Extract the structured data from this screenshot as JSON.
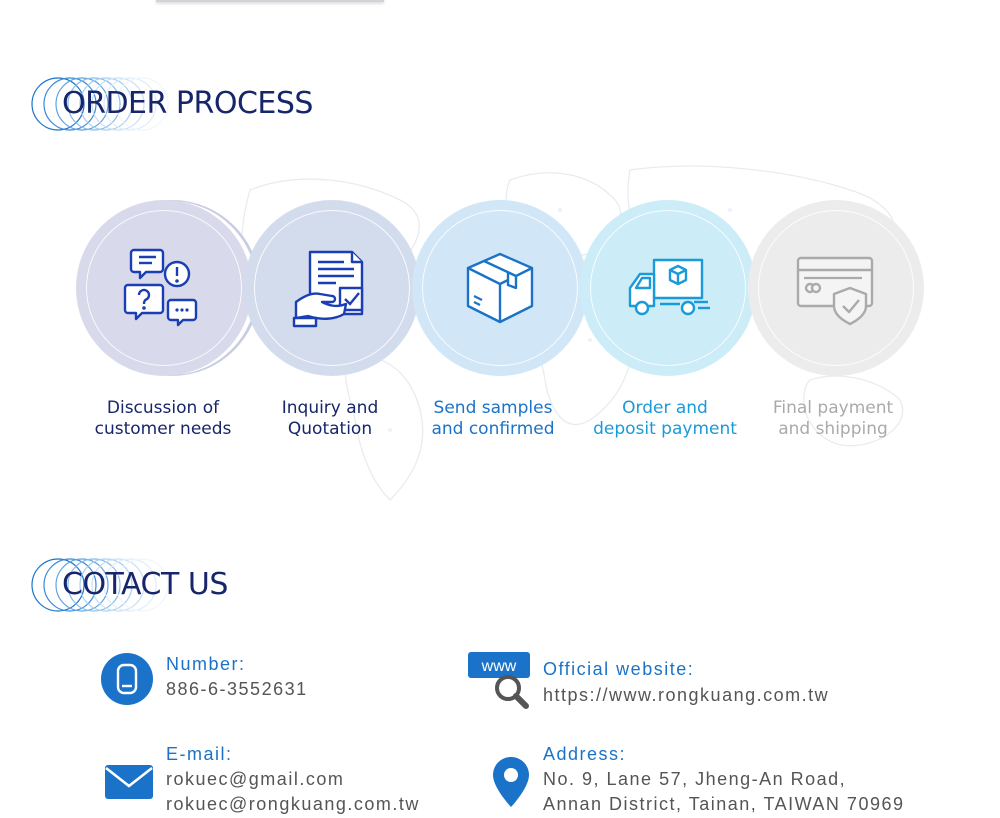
{
  "sections": {
    "order_title": "ORDER PROCESS",
    "contact_title": "COTACT US"
  },
  "colors": {
    "title": "#17256b",
    "accent": "#1a73c8",
    "text_gray": "#555555"
  },
  "steps": [
    {
      "line1": "Discussion of",
      "line2": "customer needs",
      "icon": "chat-bubbles-icon",
      "color": "#17256b"
    },
    {
      "line1": "Inquiry and",
      "line2": "Quotation",
      "icon": "quotation-document-icon",
      "color": "#17256b"
    },
    {
      "line1": "Send samples",
      "line2": "and confirmed",
      "icon": "package-box-icon",
      "color": "#1a73c8"
    },
    {
      "line1": "Order and",
      "line2": "deposit payment",
      "icon": "delivery-truck-icon",
      "color": "#1a9ad8"
    },
    {
      "line1": "Final payment",
      "line2": "and shipping",
      "icon": "secure-card-icon",
      "color": "#aaaaaa"
    }
  ],
  "contact": {
    "number": {
      "label": "Number:",
      "value": "886-6-3552631",
      "icon": "phone-icon"
    },
    "website": {
      "label": "Official website:",
      "value": "https://www.rongkuang.com.tw",
      "icon": "www-search-icon",
      "badge": "www"
    },
    "email": {
      "label": "E-mail:",
      "value1": "rokuec@gmail.com",
      "value2": "rokuec@rongkuang.com.tw",
      "icon": "mail-icon"
    },
    "address": {
      "label": "Address:",
      "value1": "No. 9, Lane 57, Jheng-An Road,",
      "value2": "Annan District, Tainan, TAIWAN 70969",
      "icon": "location-pin-icon"
    }
  }
}
